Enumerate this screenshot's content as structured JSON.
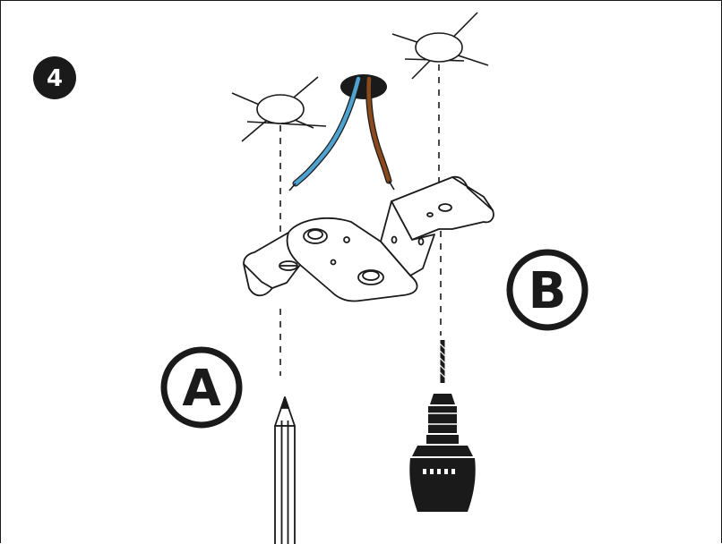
{
  "step": {
    "number": "4"
  },
  "callouts": [
    {
      "id": "A",
      "label": "A"
    },
    {
      "id": "B",
      "label": "B"
    }
  ],
  "colors": {
    "line": "#1a1a1a",
    "wire_blue": "#4fa3d1",
    "wire_brown": "#8b4a1e",
    "badge": "#1a1a1a"
  },
  "icons": {
    "ceiling_marks": [
      "ceiling-mark-icon",
      "ceiling-mark-icon"
    ],
    "bracket": "mounting-bracket-icon",
    "pencil": "pencil-icon",
    "drill": "drill-icon",
    "wires": "electrical-wires-icon"
  }
}
